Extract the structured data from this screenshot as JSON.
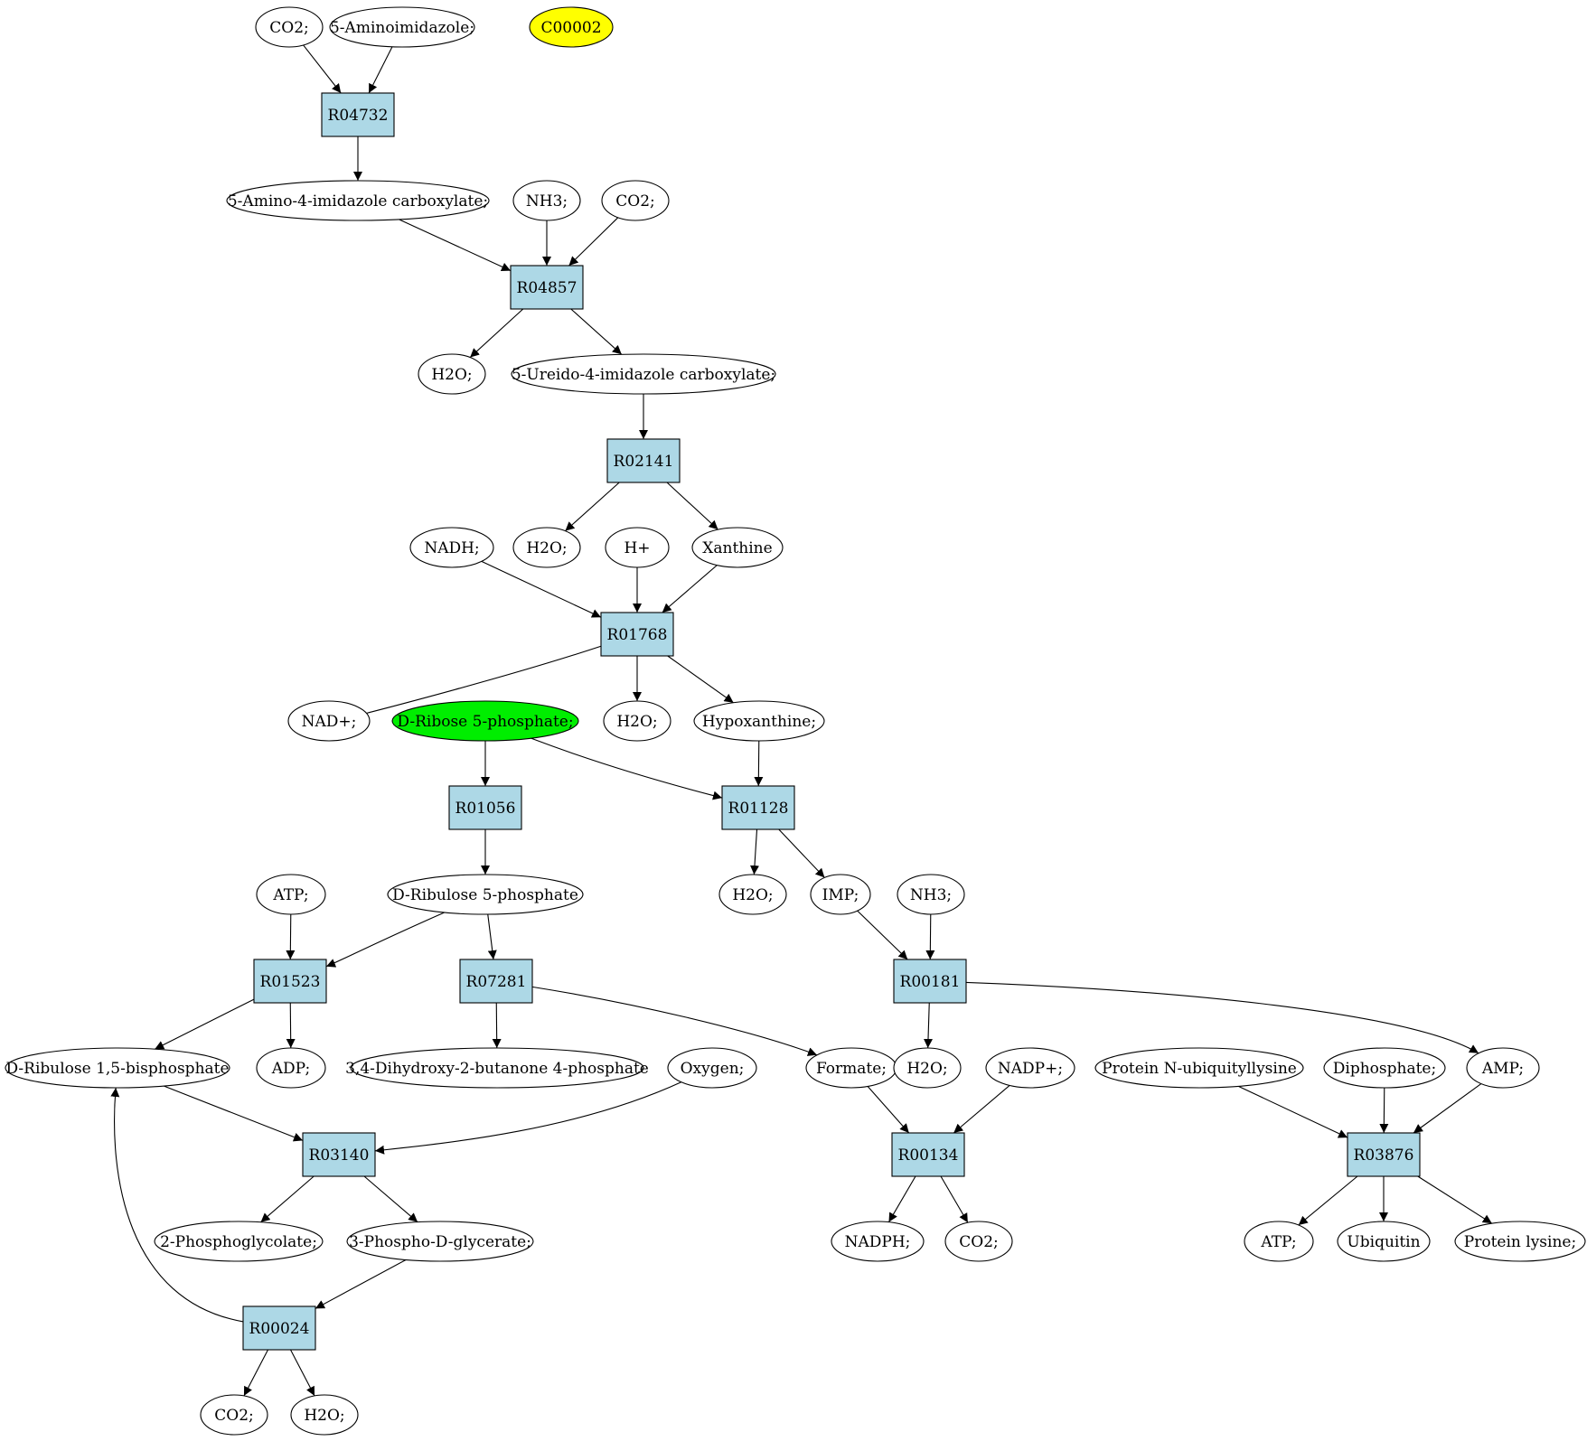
{
  "colors": {
    "reaction_fill": "#add8e6",
    "compound_fill": "#ffffff",
    "highlight_yellow": "#ffff00",
    "highlight_green": "#00ee00",
    "stroke": "#000000"
  },
  "nodes": [
    {
      "id": "co2_a",
      "label": "CO2;",
      "kind": "compound"
    },
    {
      "id": "aminoimidazole",
      "label": "5-Aminoimidazole;",
      "kind": "compound"
    },
    {
      "id": "c00002",
      "label": "C00002",
      "kind": "compound",
      "fill": "highlight_yellow"
    },
    {
      "id": "R04732",
      "label": "R04732",
      "kind": "reaction"
    },
    {
      "id": "amino_imidazole_carboxylate",
      "label": "5-Amino-4-imidazole carboxylate;",
      "kind": "compound"
    },
    {
      "id": "nh3_a",
      "label": "NH3;",
      "kind": "compound"
    },
    {
      "id": "co2_b",
      "label": "CO2;",
      "kind": "compound"
    },
    {
      "id": "R04857",
      "label": "R04857",
      "kind": "reaction"
    },
    {
      "id": "h2o_a",
      "label": "H2O;",
      "kind": "compound"
    },
    {
      "id": "ureido_imidazole_carboxylate",
      "label": "5-Ureido-4-imidazole carboxylate;",
      "kind": "compound"
    },
    {
      "id": "R02141",
      "label": "R02141",
      "kind": "reaction"
    },
    {
      "id": "nadh",
      "label": "NADH;",
      "kind": "compound"
    },
    {
      "id": "h2o_b",
      "label": "H2O;",
      "kind": "compound"
    },
    {
      "id": "h_plus",
      "label": "H+",
      "kind": "compound"
    },
    {
      "id": "xanthine",
      "label": "Xanthine",
      "kind": "compound"
    },
    {
      "id": "R01768",
      "label": "R01768",
      "kind": "reaction"
    },
    {
      "id": "nad_plus",
      "label": "NAD+;",
      "kind": "compound"
    },
    {
      "id": "ribose5p",
      "label": "D-Ribose 5-phosphate;",
      "kind": "compound",
      "fill": "highlight_green"
    },
    {
      "id": "h2o_c",
      "label": "H2O;",
      "kind": "compound"
    },
    {
      "id": "hypoxanthine",
      "label": "Hypoxanthine;",
      "kind": "compound"
    },
    {
      "id": "R01056",
      "label": "R01056",
      "kind": "reaction"
    },
    {
      "id": "R01128",
      "label": "R01128",
      "kind": "reaction"
    },
    {
      "id": "ribulose5p",
      "label": "D-Ribulose 5-phosphate",
      "kind": "compound"
    },
    {
      "id": "atp_a",
      "label": "ATP;",
      "kind": "compound"
    },
    {
      "id": "h2o_d",
      "label": "H2O;",
      "kind": "compound"
    },
    {
      "id": "imp",
      "label": "IMP;",
      "kind": "compound"
    },
    {
      "id": "nh3_b",
      "label": "NH3;",
      "kind": "compound"
    },
    {
      "id": "R01523",
      "label": "R01523",
      "kind": "reaction"
    },
    {
      "id": "R07281",
      "label": "R07281",
      "kind": "reaction"
    },
    {
      "id": "R00181",
      "label": "R00181",
      "kind": "reaction"
    },
    {
      "id": "ribulose15bp",
      "label": "D-Ribulose 1,5-bisphosphate",
      "kind": "compound"
    },
    {
      "id": "adp",
      "label": "ADP;",
      "kind": "compound"
    },
    {
      "id": "dihydroxybutanone",
      "label": "3,4-Dihydroxy-2-butanone 4-phosphate",
      "kind": "compound"
    },
    {
      "id": "oxygen",
      "label": "Oxygen;",
      "kind": "compound"
    },
    {
      "id": "formate",
      "label": "Formate;",
      "kind": "compound"
    },
    {
      "id": "h2o_e",
      "label": "H2O;",
      "kind": "compound"
    },
    {
      "id": "nadp_plus",
      "label": "NADP+;",
      "kind": "compound"
    },
    {
      "id": "protein_ub",
      "label": "Protein N-ubiquityllysine",
      "kind": "compound"
    },
    {
      "id": "diphosphate",
      "label": "Diphosphate;",
      "kind": "compound"
    },
    {
      "id": "amp",
      "label": "AMP;",
      "kind": "compound"
    },
    {
      "id": "R03140",
      "label": "R03140",
      "kind": "reaction"
    },
    {
      "id": "R00134",
      "label": "R00134",
      "kind": "reaction"
    },
    {
      "id": "R03876",
      "label": "R03876",
      "kind": "reaction"
    },
    {
      "id": "phosphoglycolate",
      "label": "2-Phosphoglycolate;",
      "kind": "compound"
    },
    {
      "id": "phosphoglycerate",
      "label": "3-Phospho-D-glycerate;",
      "kind": "compound"
    },
    {
      "id": "nadph",
      "label": "NADPH;",
      "kind": "compound"
    },
    {
      "id": "co2_c",
      "label": "CO2;",
      "kind": "compound"
    },
    {
      "id": "atp_b",
      "label": "ATP;",
      "kind": "compound"
    },
    {
      "id": "ubiquitin",
      "label": "Ubiquitin",
      "kind": "compound"
    },
    {
      "id": "protein_lysine",
      "label": "Protein lysine;",
      "kind": "compound"
    },
    {
      "id": "R00024",
      "label": "R00024",
      "kind": "reaction"
    },
    {
      "id": "co2_d",
      "label": "CO2;",
      "kind": "compound"
    },
    {
      "id": "h2o_f",
      "label": "H2O;",
      "kind": "compound"
    }
  ],
  "edges": [
    {
      "from": "co2_a",
      "to": "R04732"
    },
    {
      "from": "aminoimidazole",
      "to": "R04732"
    },
    {
      "from": "R04732",
      "to": "amino_imidazole_carboxylate"
    },
    {
      "from": "amino_imidazole_carboxylate",
      "to": "R04857"
    },
    {
      "from": "nh3_a",
      "to": "R04857"
    },
    {
      "from": "co2_b",
      "to": "R04857"
    },
    {
      "from": "R04857",
      "to": "h2o_a"
    },
    {
      "from": "R04857",
      "to": "ureido_imidazole_carboxylate"
    },
    {
      "from": "ureido_imidazole_carboxylate",
      "to": "R02141"
    },
    {
      "from": "R02141",
      "to": "h2o_b"
    },
    {
      "from": "R02141",
      "to": "xanthine"
    },
    {
      "from": "nadh",
      "to": "R01768"
    },
    {
      "from": "h_plus",
      "to": "R01768"
    },
    {
      "from": "xanthine",
      "to": "R01768"
    },
    {
      "from": "R01768",
      "to": "nad_plus"
    },
    {
      "from": "R01768",
      "to": "h2o_c"
    },
    {
      "from": "R01768",
      "to": "hypoxanthine"
    },
    {
      "from": "ribose5p",
      "to": "R01056"
    },
    {
      "from": "ribose5p",
      "to": "R01128"
    },
    {
      "from": "hypoxanthine",
      "to": "R01128"
    },
    {
      "from": "R01056",
      "to": "ribulose5p"
    },
    {
      "from": "R01128",
      "to": "h2o_d"
    },
    {
      "from": "R01128",
      "to": "imp"
    },
    {
      "from": "atp_a",
      "to": "R01523"
    },
    {
      "from": "ribulose5p",
      "to": "R01523"
    },
    {
      "from": "ribulose5p",
      "to": "R07281"
    },
    {
      "from": "imp",
      "to": "R00181"
    },
    {
      "from": "nh3_b",
      "to": "R00181"
    },
    {
      "from": "R01523",
      "to": "ribulose15bp"
    },
    {
      "from": "R01523",
      "to": "adp"
    },
    {
      "from": "R07281",
      "to": "dihydroxybutanone"
    },
    {
      "from": "R07281",
      "to": "formate"
    },
    {
      "from": "R00181",
      "to": "h2o_e"
    },
    {
      "from": "R00181",
      "to": "amp"
    },
    {
      "from": "ribulose15bp",
      "to": "R03140"
    },
    {
      "from": "oxygen",
      "to": "R03140"
    },
    {
      "from": "formate",
      "to": "R00134"
    },
    {
      "from": "nadp_plus",
      "to": "R00134"
    },
    {
      "from": "protein_ub",
      "to": "R03876"
    },
    {
      "from": "diphosphate",
      "to": "R03876"
    },
    {
      "from": "amp",
      "to": "R03876"
    },
    {
      "from": "R03140",
      "to": "phosphoglycolate"
    },
    {
      "from": "R03140",
      "to": "phosphoglycerate"
    },
    {
      "from": "R00134",
      "to": "nadph"
    },
    {
      "from": "R00134",
      "to": "co2_c"
    },
    {
      "from": "R03876",
      "to": "atp_b"
    },
    {
      "from": "R03876",
      "to": "ubiquitin"
    },
    {
      "from": "R03876",
      "to": "protein_lysine"
    },
    {
      "from": "phosphoglycerate",
      "to": "R00024"
    },
    {
      "from": "R00024",
      "to": "ribulose15bp"
    },
    {
      "from": "R00024",
      "to": "co2_d"
    },
    {
      "from": "R00024",
      "to": "h2o_f"
    }
  ]
}
